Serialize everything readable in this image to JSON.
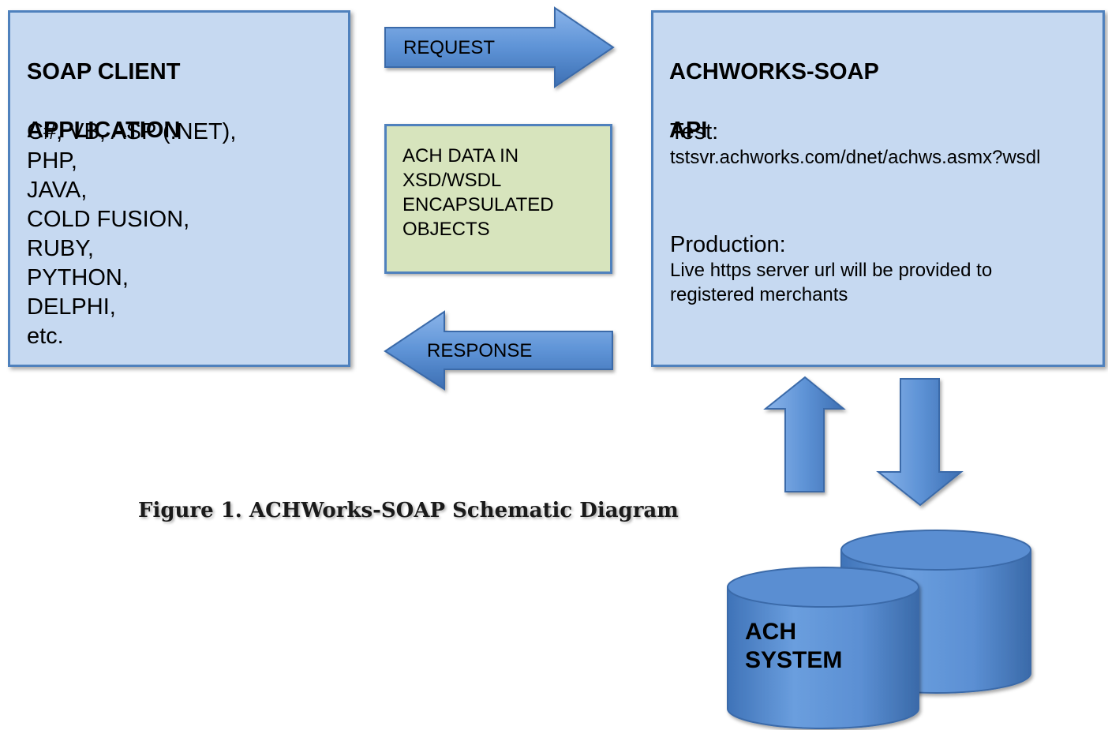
{
  "client": {
    "title_line1": "SOAP CLIENT",
    "title_line2": "APPLICATION",
    "languages": [
      "C#, VB, ASP (.NET),",
      "PHP,",
      "JAVA,",
      "COLD FUSION,",
      "RUBY,",
      "PYTHON,",
      "DELPHI,",
      "etc."
    ]
  },
  "api": {
    "title_line1": "ACHWORKS-SOAP",
    "title_line2": "API",
    "test_label": "Test:",
    "test_url": "tstsvr.achworks.com/dnet/achws.asmx?wsdl",
    "production_label": "Production:",
    "production_line1": "Live https server url will be provided to",
    "production_line2": "registered merchants"
  },
  "data_box": {
    "lines": [
      "ACH DATA  IN",
      "XSD/WSDL",
      "ENCAPSULATED",
      "OBJECTS"
    ]
  },
  "arrows": {
    "request_label": "REQUEST",
    "response_label": "RESPONSE"
  },
  "database": {
    "label_line1": "ACH",
    "label_line2": "SYSTEM"
  },
  "caption": "Figure 1. ACHWorks-SOAP Schematic Diagram",
  "colors": {
    "box_fill": "#c6d9f1",
    "box_border": "#4f81bd",
    "data_box_fill": "#d7e4bd",
    "arrow_fill": "#5b8fd3",
    "cylinder_fill": "#5b8fd3"
  }
}
